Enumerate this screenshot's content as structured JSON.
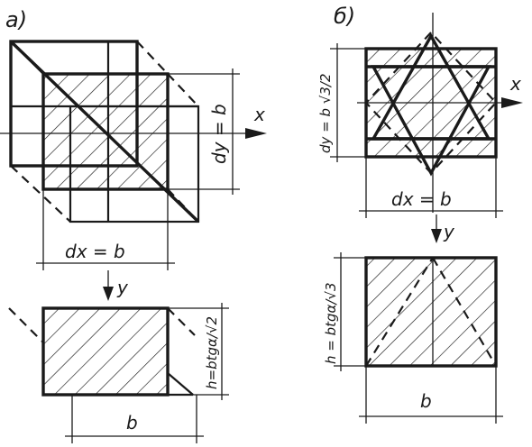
{
  "panel_a": {
    "label": "а)",
    "axis_x": "x",
    "axis_y": "y",
    "dim_dy": "dy = b",
    "dim_dx": "dx = b",
    "dim_h": "h=btgα/√2",
    "dim_b": "b"
  },
  "panel_b": {
    "label": "б)",
    "axis_x": "x",
    "axis_y": "y",
    "dim_dy": "dy = b √3/2",
    "dim_dx": "dx = b",
    "dim_h": "h = btgα/√3",
    "dim_b": "b"
  }
}
